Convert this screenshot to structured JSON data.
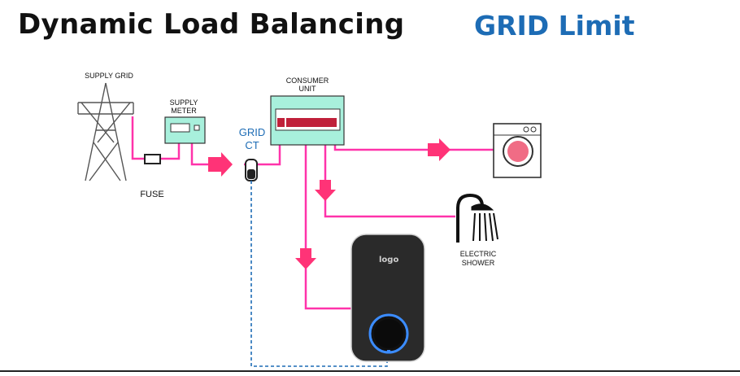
{
  "header": {
    "title": "Dynamic Load Balancing",
    "subtitle": "GRID Limit"
  },
  "labels": {
    "supply_grid": "SUPPLY GRID",
    "supply_meter_1": "SUPPLY",
    "supply_meter_2": "METER",
    "fuse": "FUSE",
    "grid_ct_1": "GRID",
    "grid_ct_2": "CT",
    "consumer_unit_1": "CONSUMER",
    "consumer_unit_2": "UNIT",
    "electric_shower_1": "ELECTRIC",
    "electric_shower_2": "SHOWER",
    "charger_logo": "logo"
  },
  "colors": {
    "power_line": "#ff33aa",
    "meter_fill": "#a8f0dc",
    "consumer_bar": "#c0203a",
    "ct_dashed": "#1d6cb5",
    "charger_ring": "#3b8cff",
    "subtitle": "#1d6cb5"
  },
  "icons": [
    "pylon-icon",
    "meter-icon",
    "fuse-icon",
    "ct-clamp-icon",
    "consumer-unit-icon",
    "washing-machine-icon",
    "shower-icon",
    "ev-charger-icon",
    "arrow-right-icon",
    "arrow-down-icon"
  ]
}
